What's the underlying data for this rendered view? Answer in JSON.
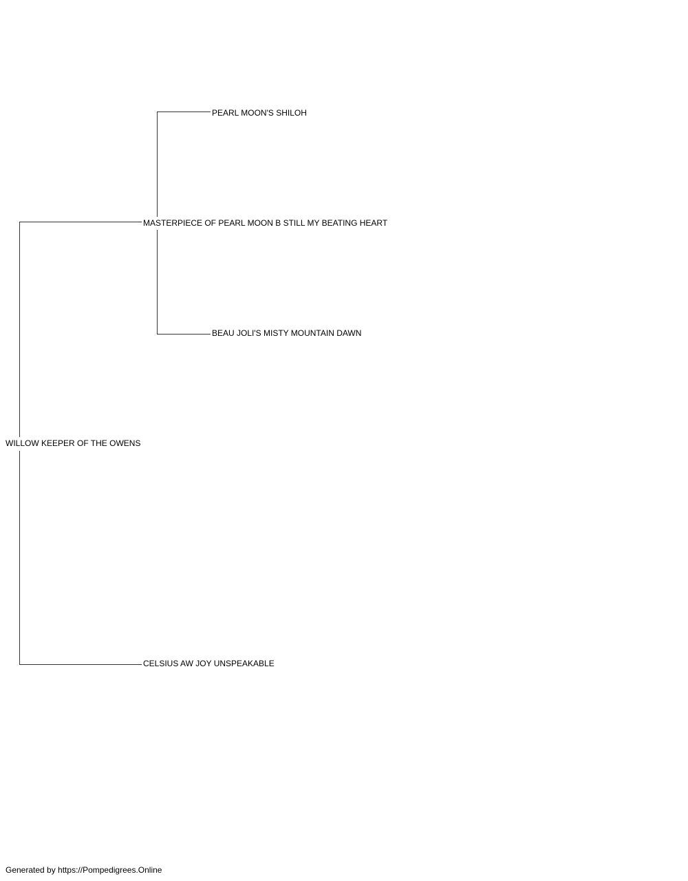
{
  "pedigree": {
    "subject": {
      "name": "WILLOW KEEPER OF THE OWENS"
    },
    "sire": {
      "name": "MASTERPIECE OF PEARL MOON B STILL MY BEATING HEART"
    },
    "dam": {
      "name": "CELSIUS AW JOY UNSPEAKABLE"
    },
    "sire_sire": {
      "name": "PEARL MOON'S SHILOH"
    },
    "sire_dam": {
      "name": "BEAU JOLI'S MISTY MOUNTAIN DAWN"
    }
  },
  "footer": {
    "text": "Generated by https://Pompedigrees.Online"
  },
  "colors": {
    "line": "#333333",
    "text": "#000000",
    "background": "#ffffff"
  }
}
